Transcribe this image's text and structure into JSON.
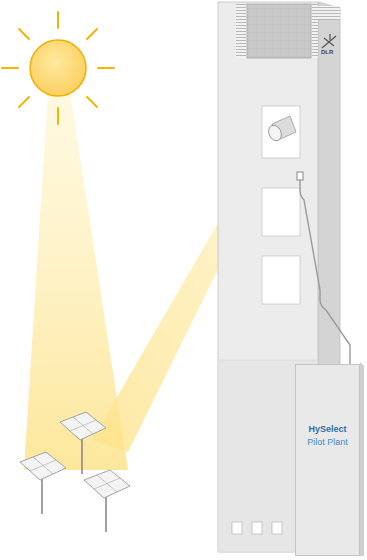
{
  "diagram": {
    "nodes": [
      {
        "text": [
          "HySelect",
          "Pilot Plant"
        ]
      }
    ],
    "edges": [],
    "labels": [
      "DLR"
    ]
  }
}
